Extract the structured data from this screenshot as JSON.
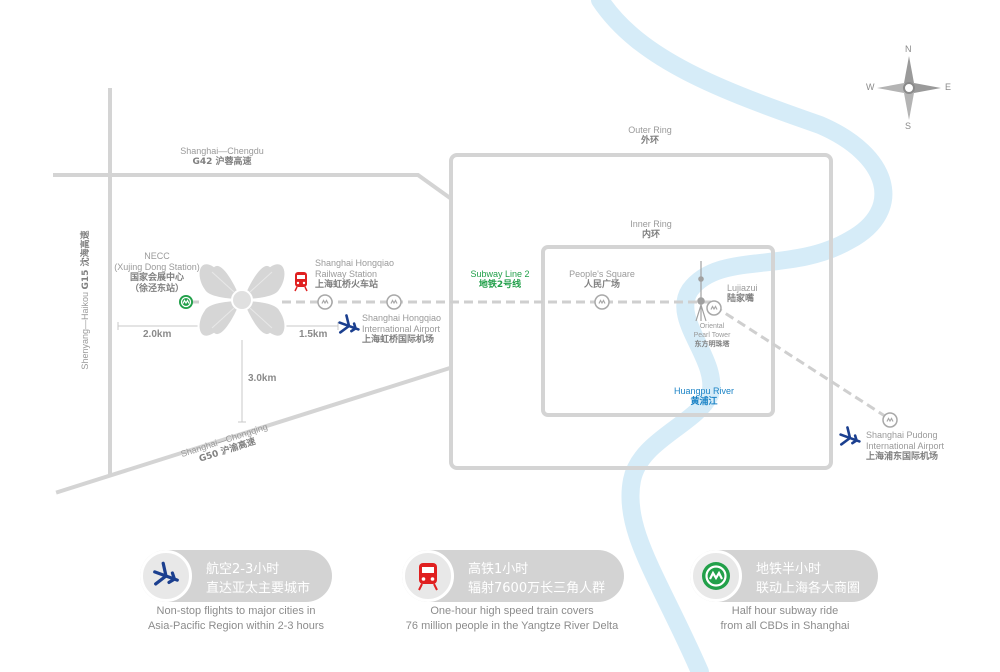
{
  "roads": {
    "g42": {
      "en": "Shanghai—Chengdu",
      "cn": "G42 沪蓉高速"
    },
    "g15": {
      "en": "Shenyang—Haikou",
      "cn": "G15 沈海高速"
    },
    "g50": {
      "en": "Shanghai—Chongqing",
      "cn": "G50 沪渝高速"
    },
    "outer_ring": {
      "en": "Outer Ring",
      "cn": "外环"
    },
    "inner_ring": {
      "en": "Inner Ring",
      "cn": "内环"
    }
  },
  "places": {
    "necc": {
      "l1": "NECC",
      "l2": "(Xujing Dong Station)",
      "l3": "国家会展中心",
      "l4": "（徐泾东站）"
    },
    "railway": {
      "l1": "Shanghai Hongqiao",
      "l2": "Railway Station",
      "cn": "上海虹桥火车站"
    },
    "hongqiao_airport": {
      "l1": "Shanghai Hongqiao",
      "l2": "International Airport",
      "cn": "上海虹桥国际机场"
    },
    "subway": {
      "en": "Subway Line 2",
      "cn": "地铁2号线"
    },
    "peoples_square": {
      "en": "People's Square",
      "cn": "人民广场"
    },
    "lujiazui": {
      "en": "Lujiazui",
      "cn": "陆家嘴"
    },
    "pearl_tower": {
      "l1": "Oriental",
      "l2": "Pearl Tower",
      "cn": "东方明珠塔"
    },
    "huangpu": {
      "en": "Huangpu River",
      "cn": "黄浦江"
    },
    "pudong": {
      "l1": "Shanghai Pudong",
      "l2": "International Airport",
      "cn": "上海浦东国际机场"
    }
  },
  "distances": {
    "west": "2.0km",
    "east": "1.5km",
    "south": "3.0km"
  },
  "compass": {
    "n": "N",
    "s": "S",
    "e": "E",
    "w": "W"
  },
  "icons": [
    "airplane-icon",
    "train-icon",
    "metro-icon",
    "compass-icon",
    "tower-icon",
    "convention-center-icon"
  ],
  "colors": {
    "river": "#d6ecf8",
    "road": "#d4d4d4",
    "ring": "#d4d4d4",
    "metro_green": "#22a04a",
    "train_red": "#e02020",
    "plane_blue": "#1b3f8f",
    "card_bg": "#d3d3d3"
  },
  "cards": [
    {
      "icon": "airplane-icon",
      "cn1": "航空2-3小时",
      "cn2": "直达亚太主要城市",
      "en1": "Non-stop flights to major cities in",
      "en2": "Asia-Pacific Region within 2-3 hours"
    },
    {
      "icon": "train-icon",
      "cn1": "高铁1小时",
      "cn2": "辐射7600万长三角人群",
      "en1": "One-hour high speed train covers",
      "en2": "76 million people in the Yangtze River Delta"
    },
    {
      "icon": "metro-icon",
      "cn1": "地铁半小时",
      "cn2": "联动上海各大商圈",
      "en1": "Half hour subway ride",
      "en2": "from all CBDs in Shanghai"
    }
  ]
}
